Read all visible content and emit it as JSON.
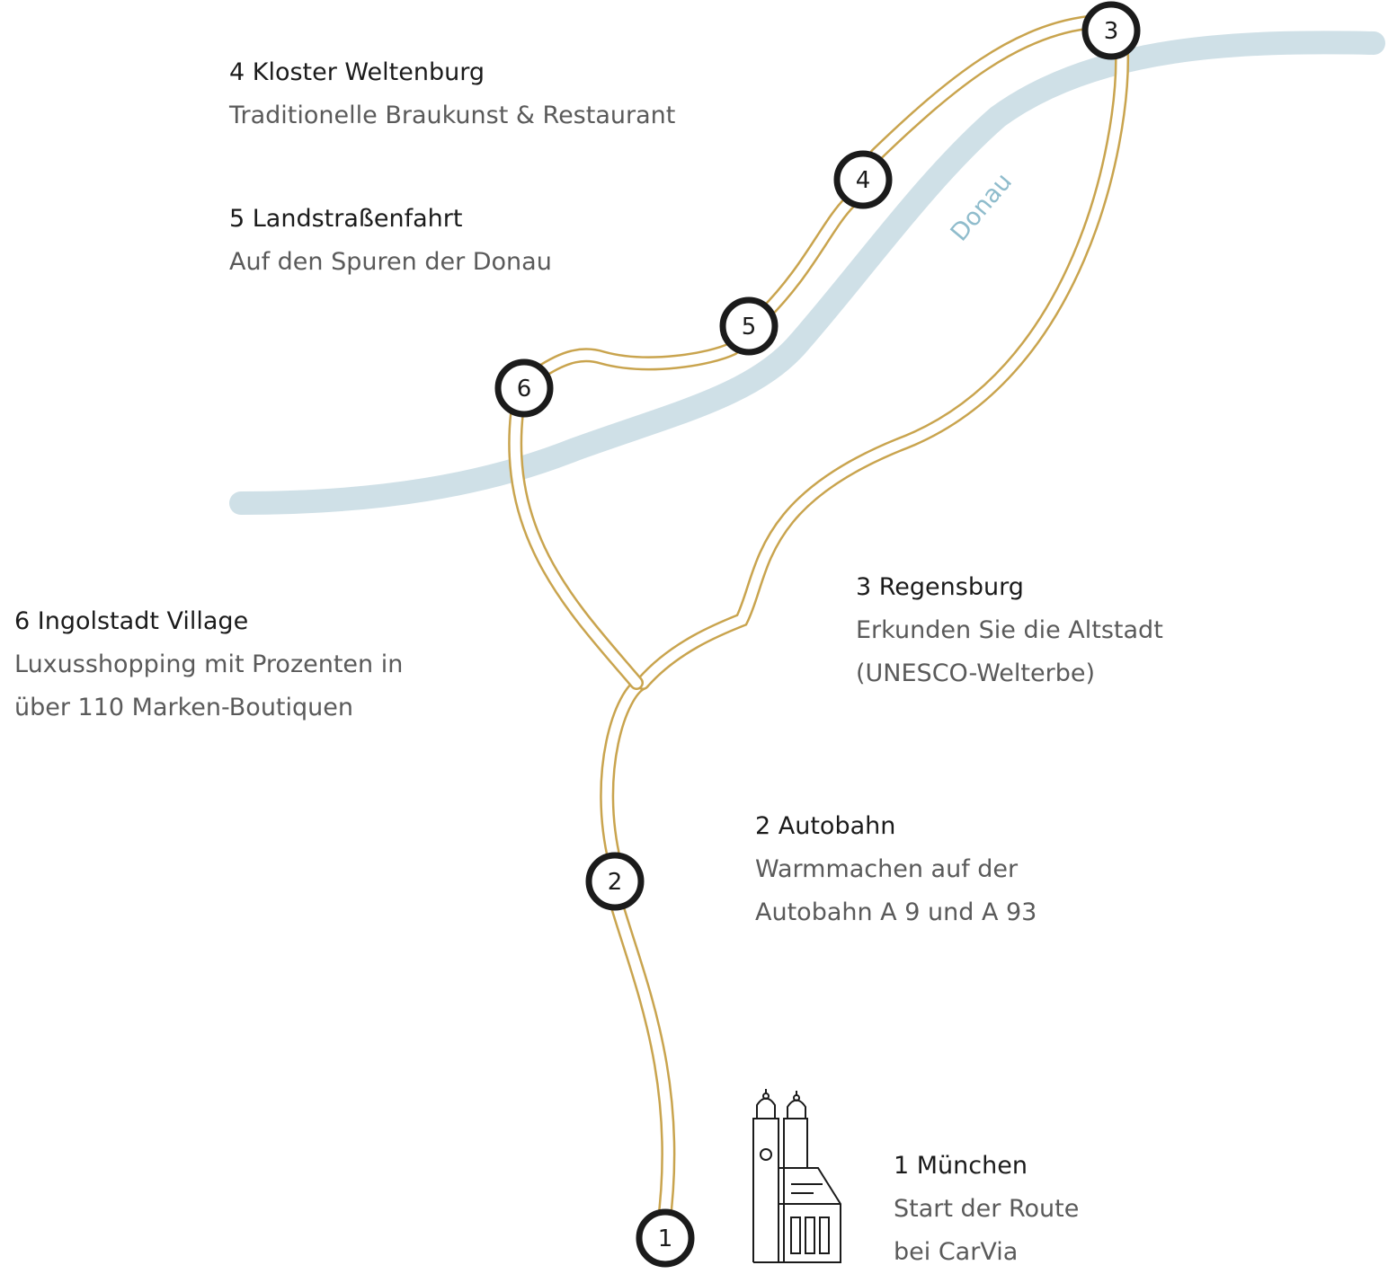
{
  "colors": {
    "route": "#c9a44e",
    "river": "#cfe0e7",
    "river_label": "#8fbccc",
    "marker_ring": "#1b1b1b",
    "title_text": "#1b1b1b",
    "desc_text": "#5a5a5a"
  },
  "river": {
    "label": "Donau"
  },
  "stops": [
    {
      "number": "1",
      "title": "1 München",
      "desc": [
        "Start der Route",
        "bei CarVia"
      ]
    },
    {
      "number": "2",
      "title": "2 Autobahn",
      "desc": [
        "Warmmachen auf der",
        "Autobahn A 9 und A 93"
      ]
    },
    {
      "number": "3",
      "title": "3 Regensburg",
      "desc": [
        "Erkunden Sie die Altstadt",
        "(UNESCO-Welterbe)"
      ]
    },
    {
      "number": "4",
      "title": "4 Kloster Weltenburg",
      "desc": [
        "Traditionelle Braukunst & Restaurant"
      ]
    },
    {
      "number": "5",
      "title": "5 Landstraßenfahrt",
      "desc": [
        "Auf den Spuren der Donau"
      ]
    },
    {
      "number": "6",
      "title": "6 Ingolstadt Village",
      "desc": [
        "Luxusshopping mit Prozenten in",
        "über 110 Marken-Boutiquen"
      ]
    }
  ],
  "landmark": {
    "icon": "frauenkirche-icon"
  }
}
